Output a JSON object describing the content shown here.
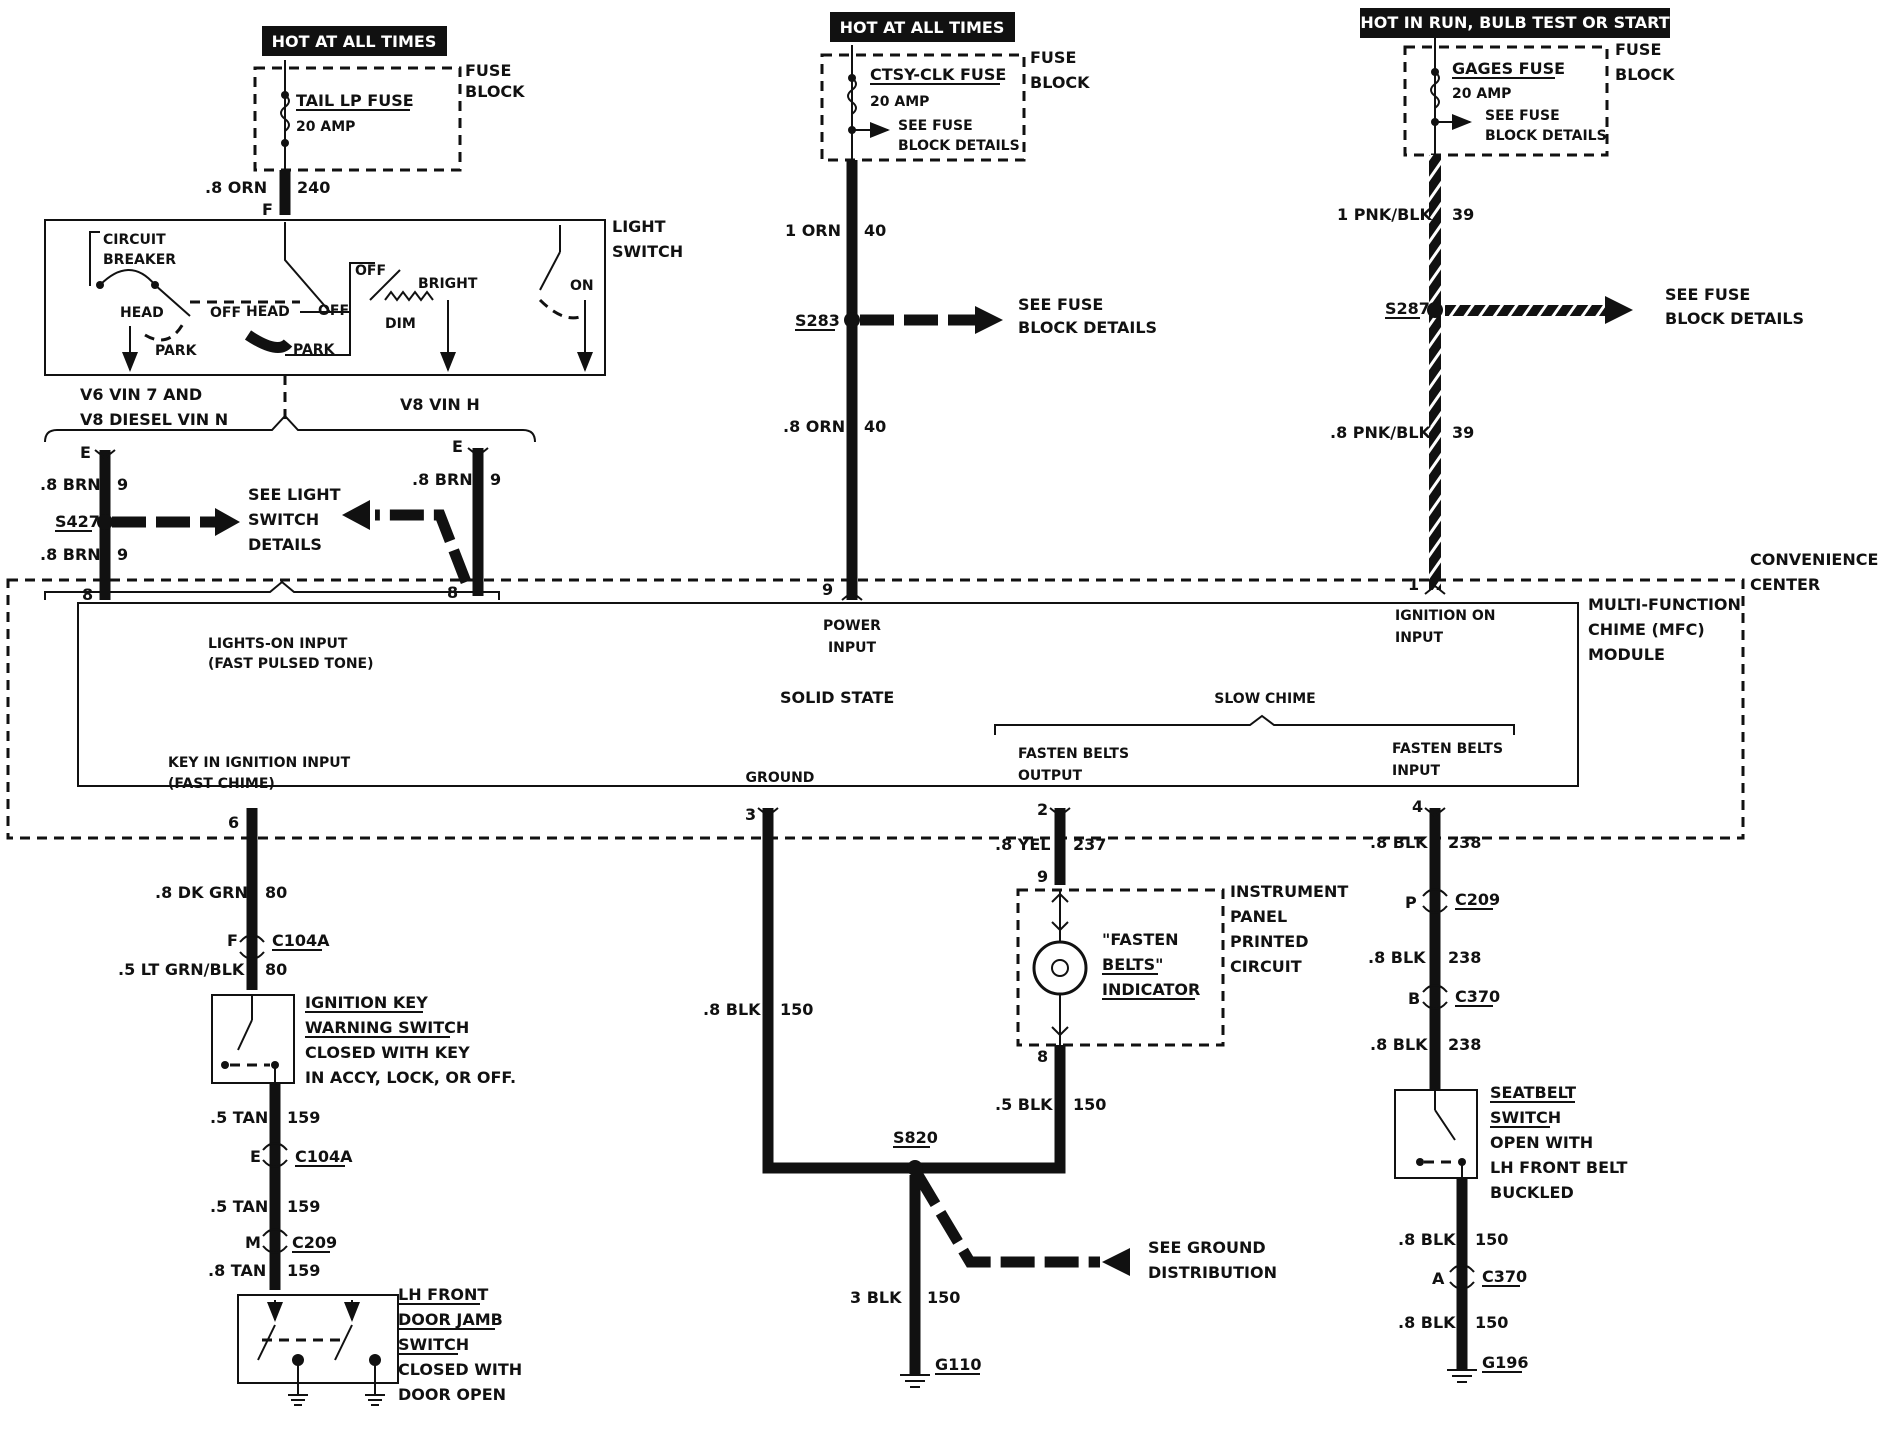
{
  "banners": {
    "hot_tail": "HOT AT ALL TIMES",
    "hot_ctsy": "HOT AT ALL TIMES",
    "hot_run": "HOT IN RUN, BULB TEST OR START"
  },
  "fuses": {
    "tail": {
      "name": "TAIL LP FUSE",
      "rating": "20 AMP",
      "block1": "FUSE",
      "block2": "BLOCK"
    },
    "ctsy": {
      "name": "CTSY-CLK FUSE",
      "rating": "20 AMP",
      "see1": "SEE FUSE",
      "see2": "BLOCK DETAILS",
      "block1": "FUSE",
      "block2": "BLOCK"
    },
    "gages": {
      "name": "GAGES FUSE",
      "rating": "20 AMP",
      "see1": "SEE FUSE",
      "see2": "BLOCK DETAILS",
      "block1": "FUSE",
      "block2": "BLOCK"
    }
  },
  "light_switch": {
    "title1": "LIGHT",
    "title2": "SWITCH",
    "cb1": "CIRCUIT",
    "cb2": "BREAKER",
    "head": "HEAD",
    "off": "OFF",
    "park": "PARK",
    "head2": "HEAD",
    "off2": "OFF",
    "park2": "PARK",
    "off3": "OFF",
    "bright": "BRIGHT",
    "dim": "DIM",
    "on": "ON",
    "v6": "V6 VIN 7 AND",
    "v8d": "V8 DIESEL VIN N",
    "v8h": "V8 VIN H"
  },
  "wires": {
    "w_orn_240": {
      "gauge": ".8 ORN",
      "circuit": "240",
      "pin": "F"
    },
    "w_brn_left_a": {
      "gauge": ".8 BRN",
      "circuit": "9",
      "pin": "E"
    },
    "w_brn_left_b": {
      "gauge": ".8 BRN",
      "circuit": "9",
      "pin": "8"
    },
    "w_brn_right": {
      "gauge": ".8 BRN",
      "circuit": "9",
      "pin": "E",
      "pin2": "8"
    },
    "w_orn_40a": {
      "gauge": "1 ORN",
      "circuit": "40"
    },
    "w_orn_40b": {
      "gauge": ".8 ORN",
      "circuit": "40",
      "pin": "9"
    },
    "w_pnk_39a": {
      "gauge": "1 PNK/BLK",
      "circuit": "39"
    },
    "w_pnk_39b": {
      "gauge": ".8 PNK/BLK",
      "circuit": "39",
      "pin": "1"
    },
    "w_dkgrn_80": {
      "gauge": ".8 DK GRN",
      "circuit": "80",
      "pin": "6"
    },
    "w_ltgrn_80": {
      "gauge": ".5 LT GRN/BLK",
      "circuit": "80"
    },
    "w_tan_159a": {
      "gauge": ".5 TAN",
      "circuit": "159"
    },
    "w_tan_159b": {
      "gauge": ".5 TAN",
      "circuit": "159"
    },
    "w_tan_159c": {
      "gauge": ".8 TAN",
      "circuit": "159"
    },
    "w_blk_150_gnd": {
      "gauge": ".8 BLK",
      "circuit": "150",
      "pin": "3"
    },
    "w_yel_237": {
      "gauge": ".8 YEL",
      "circuit": "237",
      "pin": "2",
      "pin2": "9"
    },
    "w_blk_150_ind": {
      "gauge": ".5 BLK",
      "circuit": "150",
      "pin": "8"
    },
    "w_blk_150_g110": {
      "gauge": "3 BLK",
      "circuit": "150"
    },
    "w_blk_238a": {
      "gauge": ".8 BLK",
      "circuit": "238",
      "pin": "4"
    },
    "w_blk_238b": {
      "gauge": ".8 BLK",
      "circuit": "238"
    },
    "w_blk_238c": {
      "gauge": ".8 BLK",
      "circuit": "238"
    },
    "w_blk_150_sb": {
      "gauge": ".8 BLK",
      "circuit": "150"
    },
    "w_blk_150_g196": {
      "gauge": ".8 BLK",
      "circuit": "150"
    }
  },
  "splices": {
    "s427": "S427",
    "s283": "S283",
    "s287": "S287",
    "s820": "S820"
  },
  "references": {
    "light_details1": "SEE LIGHT",
    "light_details2": "SWITCH",
    "light_details3": "DETAILS",
    "fuse_details1": "SEE FUSE",
    "fuse_details2": "BLOCK DETAILS",
    "fuse_details3": "SEE FUSE",
    "fuse_details4": "BLOCK DETAILS",
    "ground1": "SEE GROUND",
    "ground2": "DISTRIBUTION"
  },
  "connectors": {
    "c104a_f": {
      "pin": "F",
      "name": "C104A"
    },
    "c104a_e": {
      "pin": "E",
      "name": "C104A"
    },
    "c209_m": {
      "pin": "M",
      "name": "C209"
    },
    "c209_p": {
      "pin": "P",
      "name": "C209"
    },
    "c370_b": {
      "pin": "B",
      "name": "C370"
    },
    "c370_a": {
      "pin": "A",
      "name": "C370"
    }
  },
  "module": {
    "conv1": "CONVENIENCE",
    "conv2": "CENTER",
    "mfc1": "MULTI-FUNCTION",
    "mfc2": "CHIME (MFC)",
    "mfc3": "MODULE",
    "lights_on1": "LIGHTS-ON INPUT",
    "lights_on2": "(FAST PULSED TONE)",
    "power1": "POWER",
    "power2": "INPUT",
    "ign1": "IGNITION ON",
    "ign2": "INPUT",
    "solid": "SOLID STATE",
    "slow": "SLOW CHIME",
    "keyin1": "KEY IN IGNITION INPUT",
    "keyin2": "(FAST CHIME)",
    "ground": "GROUND",
    "fbo1": "FASTEN BELTS",
    "fbo2": "OUTPUT",
    "fbi1": "FASTEN BELTS",
    "fbi2": "INPUT"
  },
  "components": {
    "ign_key1": "IGNITION KEY",
    "ign_key2": "WARNING SWITCH",
    "ign_key3": "CLOSED WITH KEY",
    "ign_key4": "IN ACCY, LOCK, OR OFF.",
    "door1": "LH FRONT",
    "door2": "DOOR JAMB",
    "door3": "SWITCH",
    "door4": "CLOSED WITH",
    "door5": "DOOR OPEN",
    "ipc1": "INSTRUMENT",
    "ipc2": "PANEL",
    "ipc3": "PRINTED",
    "ipc4": "CIRCUIT",
    "ind1": "\"FASTEN",
    "ind2": "BELTS\"",
    "ind3": "INDICATOR",
    "sb1": "SEATBELT",
    "sb2": "SWITCH",
    "sb3": "OPEN WITH",
    "sb4": "LH FRONT BELT",
    "sb5": "BUCKLED"
  },
  "grounds": {
    "g110": "G110",
    "g196": "G196"
  }
}
